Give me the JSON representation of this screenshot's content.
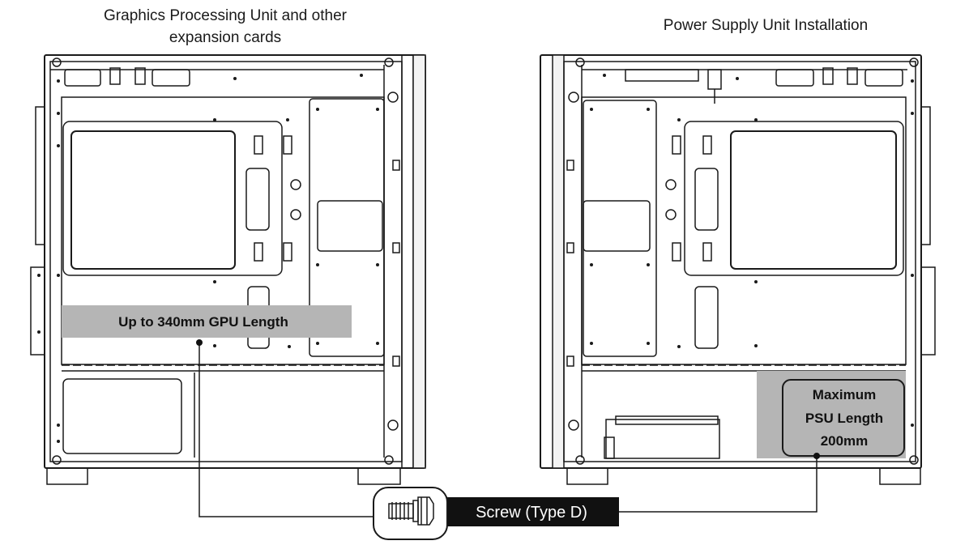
{
  "left_panel": {
    "title_lines": [
      "Graphics Processing Unit and other",
      "expansion cards"
    ],
    "gpu_label": "Up to 340mm GPU Length"
  },
  "right_panel": {
    "title": "Power Supply Unit Installation",
    "psu_label_lines": [
      "Maximum",
      "PSU Length",
      "200mm"
    ]
  },
  "screw": {
    "label": "Screw (Type D)",
    "icon": "screw-icon"
  },
  "colors": {
    "highlight": "#b5b5b5",
    "line": "#1a1a1a",
    "label_bg": "#111111",
    "label_text": "#ffffff"
  }
}
